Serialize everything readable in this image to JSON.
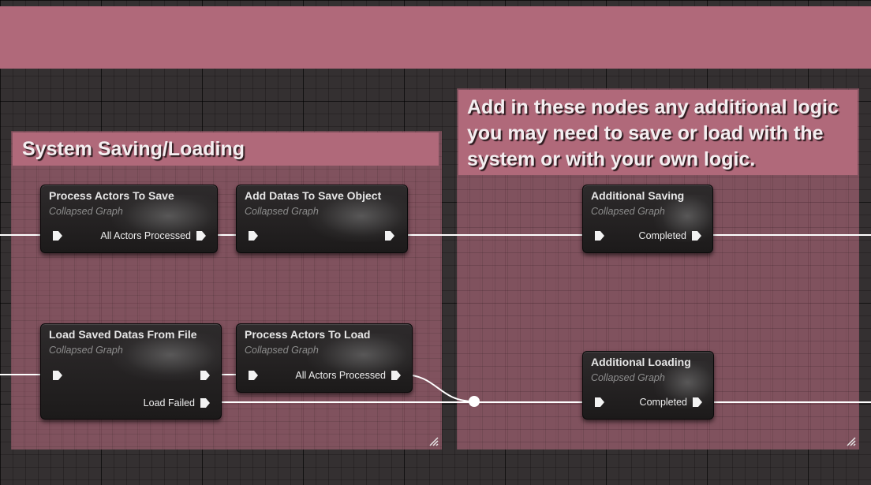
{
  "comments": {
    "top_banner": "",
    "system": "System Saving/Loading",
    "additional": "Add in these nodes any additional logic you may need to save or load with the system or with your own logic."
  },
  "nodes": [
    {
      "title": "Process Actors To Save",
      "subtitle": "Collapsed Graph",
      "out_label": "All Actors Processed"
    },
    {
      "title": "Add Datas To Save Object",
      "subtitle": "Collapsed Graph",
      "out_label": ""
    },
    {
      "title": "Additional Saving",
      "subtitle": "Collapsed Graph",
      "out_label": "Completed"
    },
    {
      "title": "Load Saved Datas From File",
      "subtitle": "Collapsed Graph",
      "out_label": "",
      "out2_label": "Load Failed"
    },
    {
      "title": "Process Actors To Load",
      "subtitle": "Collapsed Graph",
      "out_label": "All Actors Processed"
    },
    {
      "title": "Additional Loading",
      "subtitle": "Collapsed Graph",
      "out_label": "Completed"
    }
  ],
  "colors": {
    "comment_header": "#b0697a",
    "comment_body": "#b0687a",
    "wire": "#ffffff",
    "node_bg": "#242122"
  },
  "icons": [
    "exec-pin-icon",
    "resize-grip-icon"
  ]
}
